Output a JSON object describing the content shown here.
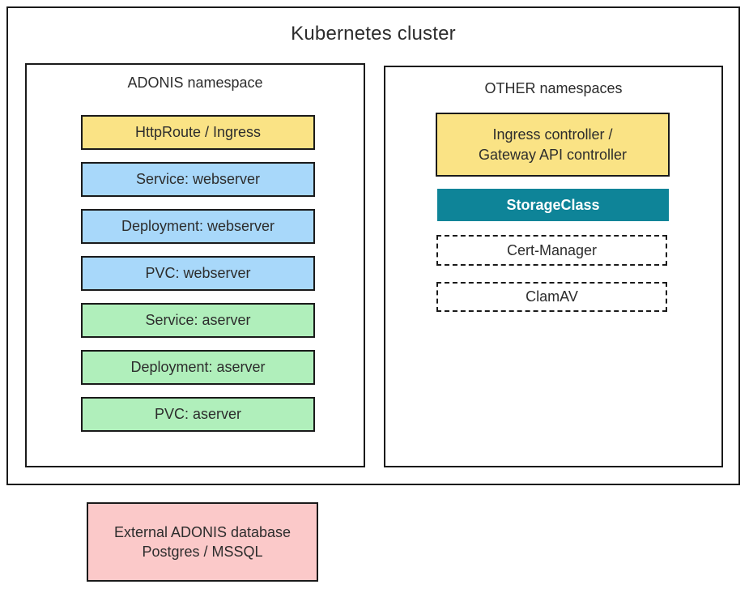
{
  "title": "Kubernetes cluster",
  "adonis_namespace": {
    "label": "ADONIS namespace",
    "nodes": [
      {
        "label": "HttpRoute / Ingress"
      },
      {
        "label": "Service: webserver"
      },
      {
        "label": "Deployment: webserver"
      },
      {
        "label": "PVC: webserver"
      },
      {
        "label": "Service: aserver"
      },
      {
        "label": "Deployment: aserver"
      },
      {
        "label": "PVC: aserver"
      }
    ]
  },
  "other_namespaces": {
    "label": "OTHER namespaces",
    "ingress_controller": {
      "line1": "Ingress controller /",
      "line2": "Gateway API controller"
    },
    "storage_class": {
      "label": "StorageClass"
    },
    "cert_manager": {
      "label": "Cert-Manager"
    },
    "clamav": {
      "label": "ClamAV"
    }
  },
  "external_database": {
    "line1": "External ADONIS database",
    "line2": "Postgres / MSSQL"
  },
  "colors": {
    "yellow": "#FAE385",
    "blue": "#A8D8FA",
    "green": "#B0EFBB",
    "teal": "#0E8498",
    "pink": "#FBC9C9",
    "border": "#1A1A1A",
    "text": "#2D2D2D",
    "storage_text": "#FFFFFF"
  }
}
